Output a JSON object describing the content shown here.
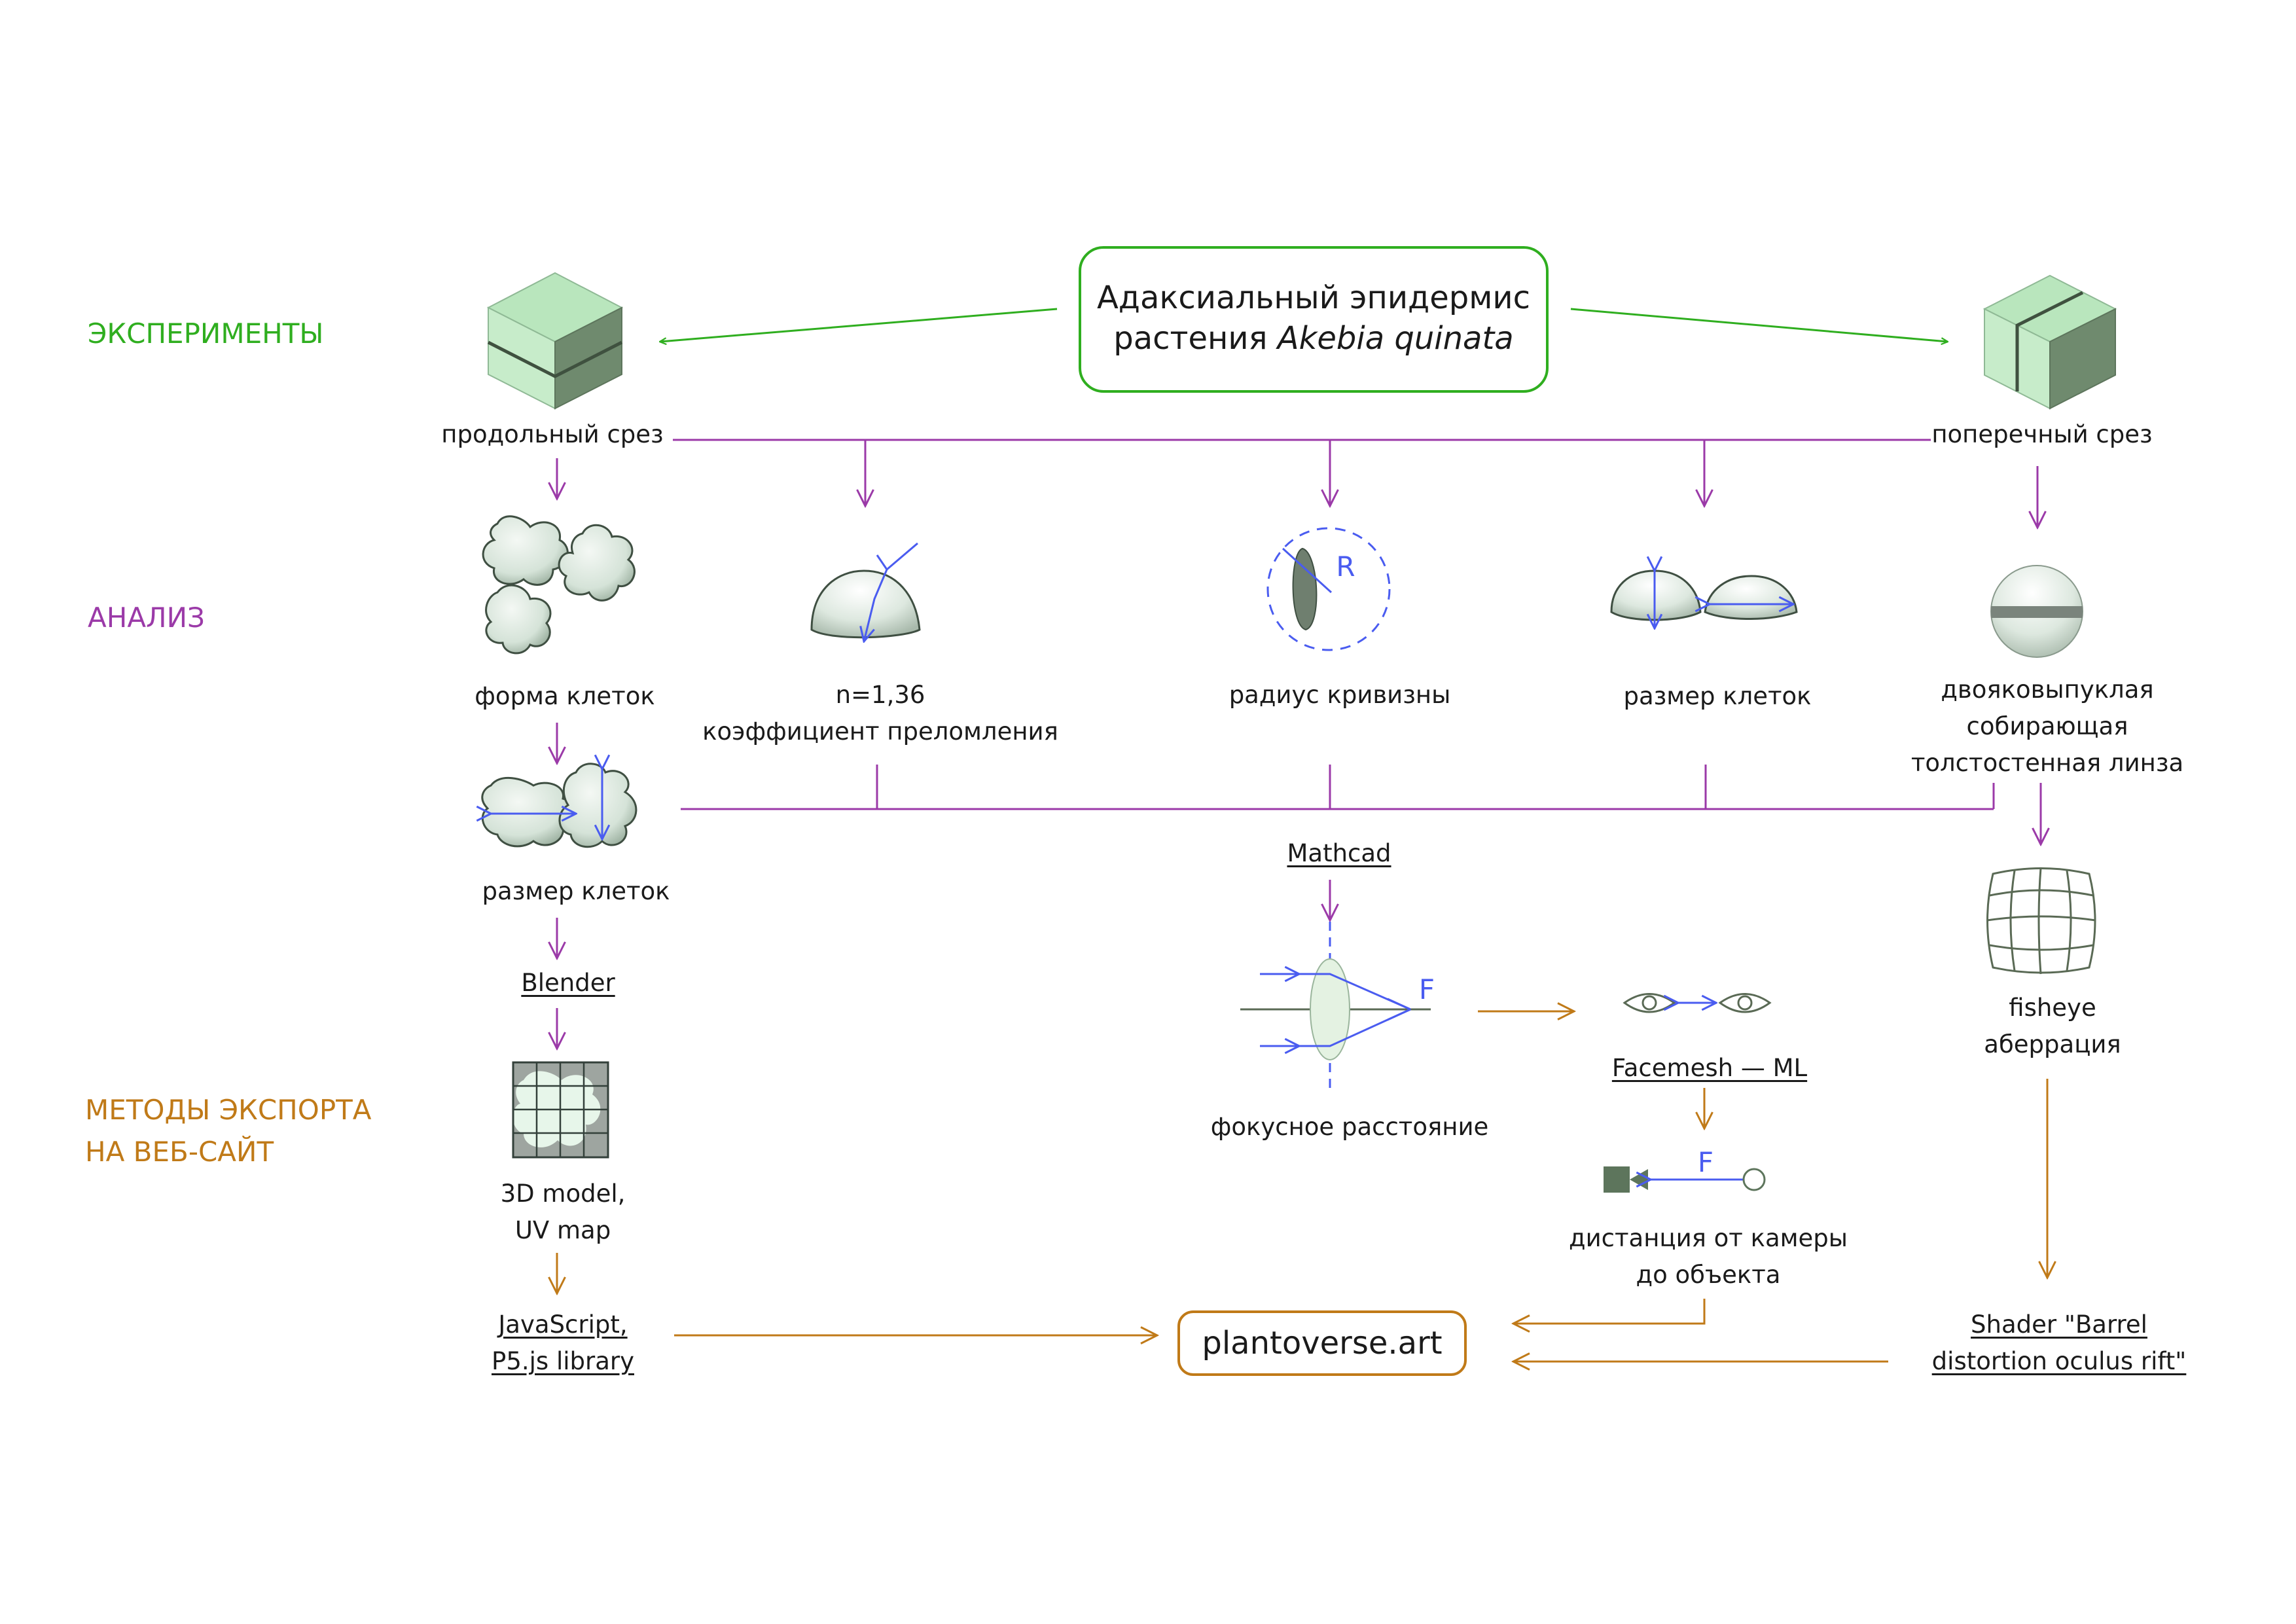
{
  "colors": {
    "experiments": "#2fae1f",
    "analysis": "#9b3aa8",
    "export": "#c07a18",
    "optics": "#4a5cf0",
    "cell_fill": "#dbe8df",
    "block_light": "#b9e6bd",
    "block_dark": "#6f8a6e"
  },
  "sections": {
    "experiments": "ЭКСПЕРИМЕНТЫ",
    "analysis": "АНАЛИЗ",
    "export_line1": "МЕТОДЫ ЭКСПОРТА",
    "export_line2": "НА ВЕБ-САЙТ"
  },
  "source": {
    "line1": "Адаксиальный эпидермис",
    "line2_prefix": "растения ",
    "line2_species": "Akebia quinata"
  },
  "experiments": {
    "longitudinal": "продольный срез",
    "transverse": "поперечный срез"
  },
  "analysis": {
    "cell_shape": "форма клеток",
    "refraction_line1": "n=1,36",
    "refraction_line2": "коэффициент преломления",
    "curvature": "радиус кривизны",
    "cell_size": "размер клеток",
    "lens_line1": "двояковыпуклая",
    "lens_line2": "собирающая",
    "lens_line3": "толстостенная линза",
    "cell_size_left": "размер клеток",
    "radius_symbol": "R"
  },
  "tools": {
    "mathcad": "Mathcad",
    "blender": "Blender",
    "focal_length": "фокусное расстояние",
    "focal_symbol": "F",
    "fisheye_line1": "fisheye",
    "fisheye_line2": "аберрация",
    "facemesh": "Facemesh — ML",
    "camera_distance_line1": "дистанция от камеры",
    "camera_distance_line2": "до объекта",
    "model_line1": "3D model,",
    "model_line2": "UV map",
    "js_line1": "JavaScript,",
    "js_line2": "P5.js library",
    "shader_line1": "Shader \"Barrel",
    "shader_line2": "distortion oculus rift\""
  },
  "site": "plantoverse.art"
}
